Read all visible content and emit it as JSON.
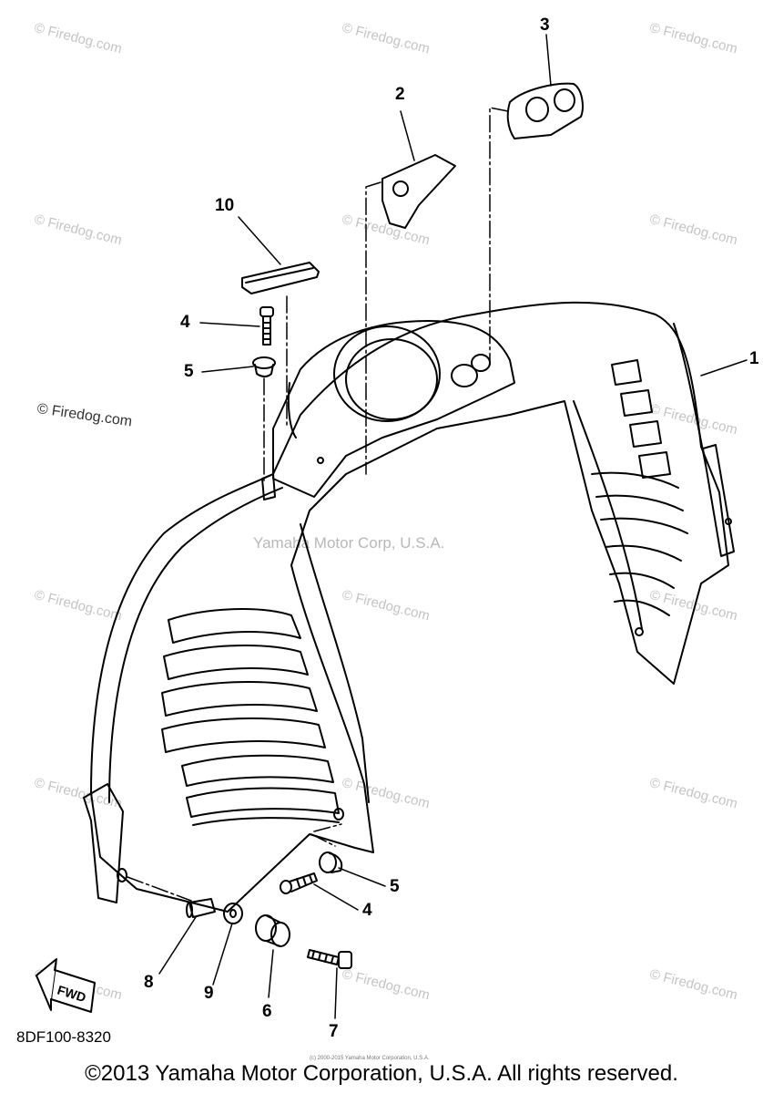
{
  "watermarks": {
    "site": "© Firedog.com",
    "center": "Yamaha Motor Corp, U.S.A."
  },
  "callouts": {
    "c1": "1",
    "c2": "2",
    "c3": "3",
    "c4a": "4",
    "c4b": "4",
    "c5a": "5",
    "c5b": "5",
    "c6": "6",
    "c7": "7",
    "c8": "8",
    "c9": "9",
    "c10": "10"
  },
  "fwd_label": "FWD",
  "diagram_code": "8DF100-8320",
  "copyright": "©2013 Yamaha Motor Corporation, U.S.A. All rights reserved.",
  "small_print": "(c) 2000-2015 Yamaha Motor Corporation, U.S.A."
}
